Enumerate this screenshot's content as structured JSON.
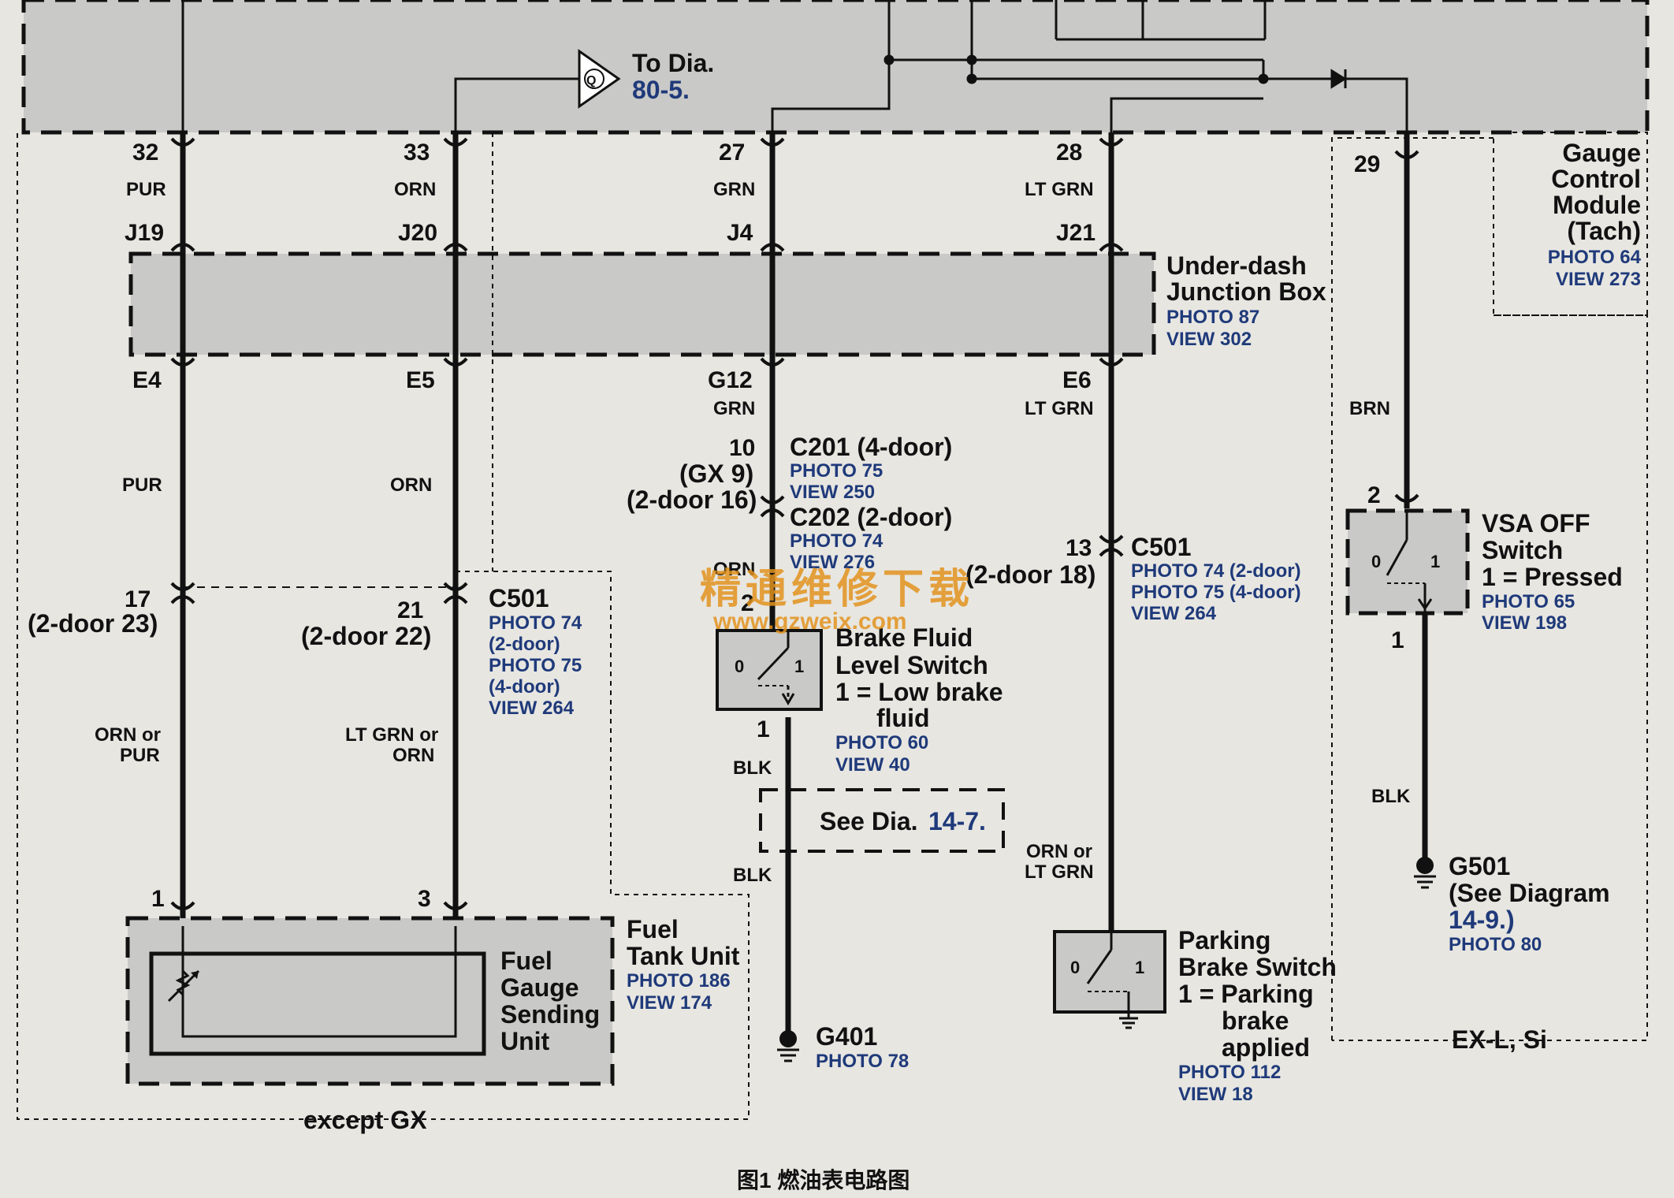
{
  "colors": {
    "wire": "#111111",
    "box_fill": "#c9c9c7",
    "page": "#e7e6e1",
    "ref_text": "#1f3a7a",
    "watermark": "#e3931f"
  },
  "to_dia": {
    "label": "To Dia.",
    "ref": "80-5.",
    "symbol": "Q"
  },
  "gcm": {
    "title": [
      "Gauge",
      "Control",
      "Module",
      "(Tach)"
    ],
    "photo": "PHOTO 64",
    "view": "VIEW 273",
    "pins": [
      "32",
      "33",
      "27",
      "28",
      "29"
    ]
  },
  "wire_colors": {
    "pur": "PUR",
    "orn": "ORN",
    "grn": "GRN",
    "lt_grn": "LT GRN",
    "brn": "BRN",
    "blk": "BLK",
    "orn_or": "ORN or",
    "pur2": "PUR",
    "lt_grn_or": "LT GRN or",
    "orn2": "ORN",
    "orn_or_b": "ORN or",
    "lt_grn2": "LT GRN"
  },
  "junction_box": {
    "title": [
      "Under-dash",
      "Junction Box"
    ],
    "photo": "PHOTO 87",
    "view": "VIEW 302",
    "top_pins": [
      "J19",
      "J20",
      "J4",
      "J21"
    ],
    "bottom_pins": [
      "E4",
      "E5",
      "G12",
      "E6"
    ]
  },
  "c201": {
    "pin": "10",
    "gx": "(GX 9)",
    "two_door": "(2-door 16)",
    "label": "C201 (4-door)",
    "photo": "PHOTO 75",
    "view": "VIEW 250",
    "label2": "C202 (2-door)",
    "photo2": "PHOTO 74",
    "view2": "VIEW 276"
  },
  "c501_left": {
    "pin17": "17",
    "pin17_alt": "(2-door 23)",
    "pin21": "21",
    "pin21_alt": "(2-door 22)",
    "label": "C501",
    "photo_a": "PHOTO 74",
    "note_a": "(2-door)",
    "photo_b": "PHOTO 75",
    "note_b": "(4-door)",
    "view": "VIEW 264"
  },
  "c501_right": {
    "pin": "13",
    "pin_alt": "(2-door 18)",
    "label": "C501",
    "photo_a": "PHOTO 74 (2-door)",
    "photo_b": "PHOTO 75 (4-door)",
    "view": "VIEW 264"
  },
  "brake_fluid": {
    "title": [
      "Brake Fluid",
      "Level Switch",
      "1 = Low brake",
      "fluid"
    ],
    "photo": "PHOTO 60",
    "view": "VIEW 40",
    "pin_top": "2",
    "pin_bottom": "1",
    "pos0": "0",
    "pos1": "1",
    "wire_top": "ORN"
  },
  "see_dia": {
    "label": "See Dia.",
    "ref": "14-7."
  },
  "g401": {
    "label": "G401",
    "photo": "PHOTO 78"
  },
  "fuel_tank": {
    "title": [
      "Fuel",
      "Tank Unit"
    ],
    "photo": "PHOTO 186",
    "view": "VIEW 174",
    "sender": [
      "Fuel",
      "Gauge",
      "Sending",
      "Unit"
    ],
    "pin1": "1",
    "pin3": "3",
    "except": "except GX"
  },
  "vsa": {
    "title": [
      "VSA OFF",
      "Switch",
      "1 = Pressed"
    ],
    "photo": "PHOTO 65",
    "view": "VIEW 198",
    "pin_top": "2",
    "pin_bottom": "1",
    "pos0": "0",
    "pos1": "1"
  },
  "g501": {
    "label": "G501",
    "note": [
      "(See Diagram",
      "14-9.)"
    ],
    "photo": "PHOTO 80"
  },
  "parking": {
    "title": [
      "Parking",
      "Brake Switch",
      "1 = Parking",
      "brake",
      "applied"
    ],
    "photo": "PHOTO 112",
    "view": "VIEW 18",
    "pos0": "0",
    "pos1": "1"
  },
  "exl": {
    "label": "EX-L, Si"
  },
  "watermark": {
    "cn": "精通维修下载",
    "url": "www.gzweix.com"
  },
  "caption": "图1 燃油表电路图"
}
